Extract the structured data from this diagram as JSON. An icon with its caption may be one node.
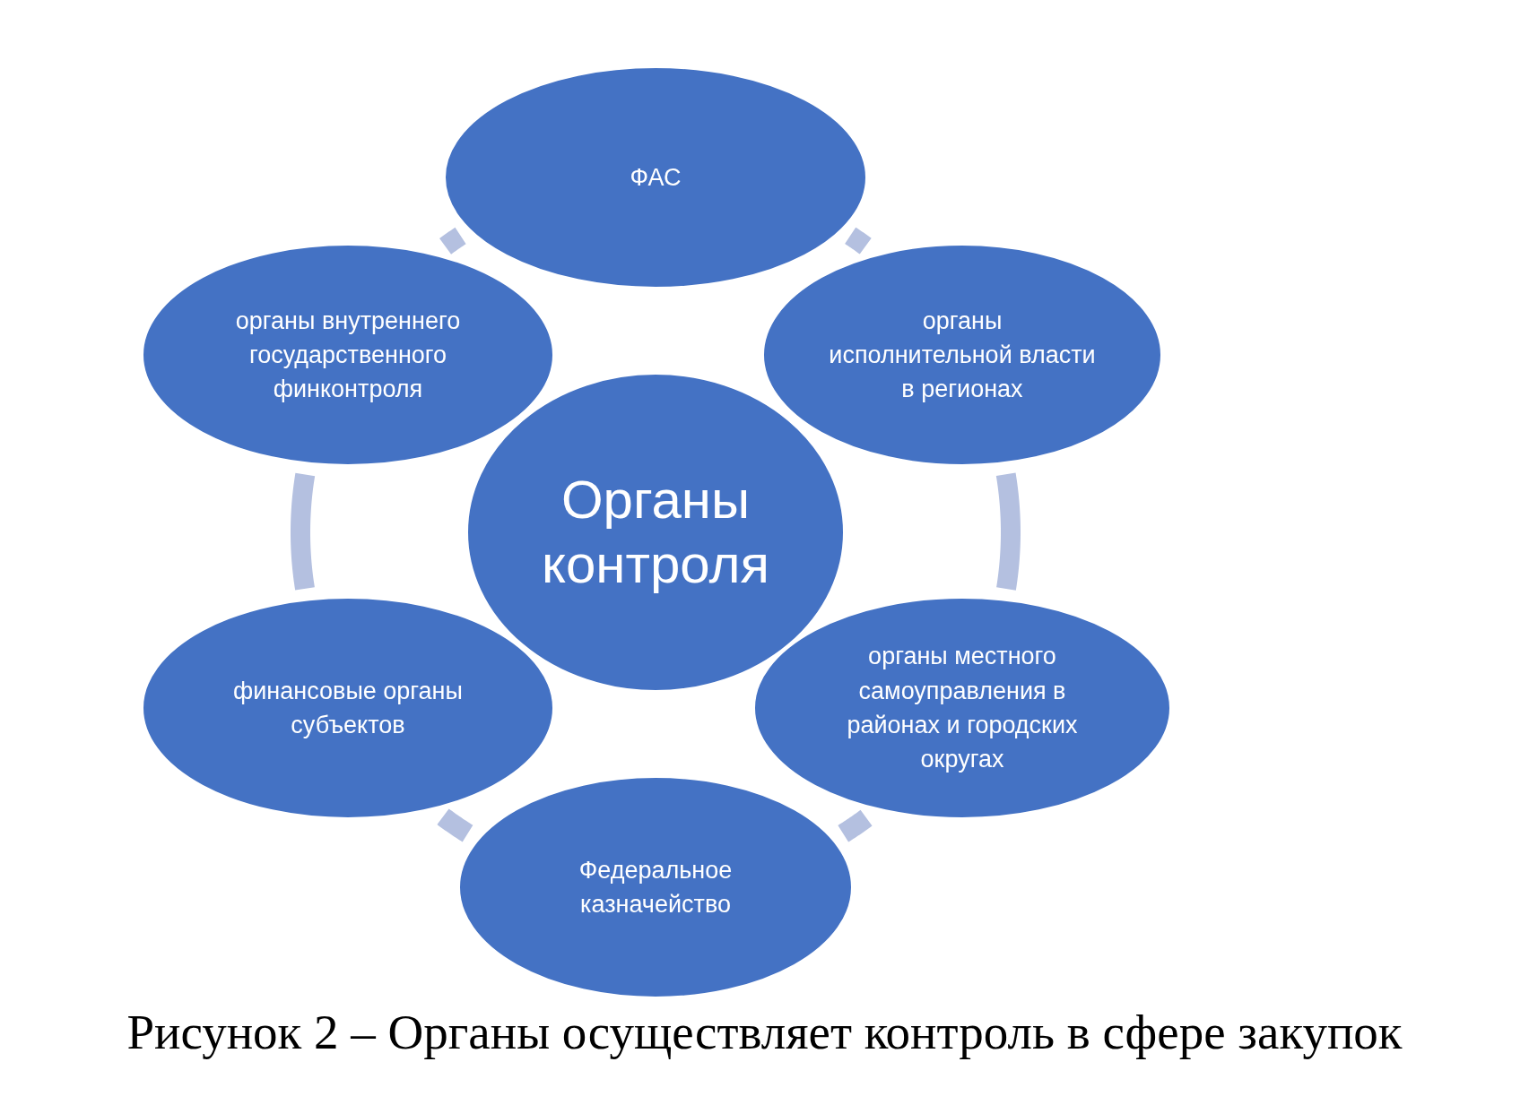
{
  "diagram": {
    "caption": "Рисунок 2 – Органы осуществляет контроль в сфере закупок",
    "nodes": [
      {
        "text": [
          "ФАС"
        ]
      },
      {
        "text": [
          "органы внутреннего государственного финконтроля"
        ]
      },
      {
        "text": [
          "органы исполнительной власти в регионах"
        ]
      },
      {
        "text": [
          "Органы контроля"
        ]
      },
      {
        "text": [
          "финансовые органы субъектов"
        ]
      },
      {
        "text": [
          "органы местного самоуправления в районах и городских округах"
        ]
      },
      {
        "text": [
          "Федеральное казначейство"
        ]
      }
    ],
    "edges": [
      {
        "from": 0,
        "to": 2,
        "arrow": "none"
      },
      {
        "from": 2,
        "to": 5,
        "arrow": "none"
      },
      {
        "from": 5,
        "to": 6,
        "arrow": "none"
      },
      {
        "from": 6,
        "to": 4,
        "arrow": "none"
      },
      {
        "from": 4,
        "to": 1,
        "arrow": "none"
      },
      {
        "from": 1,
        "to": 0,
        "arrow": "none"
      }
    ]
  }
}
